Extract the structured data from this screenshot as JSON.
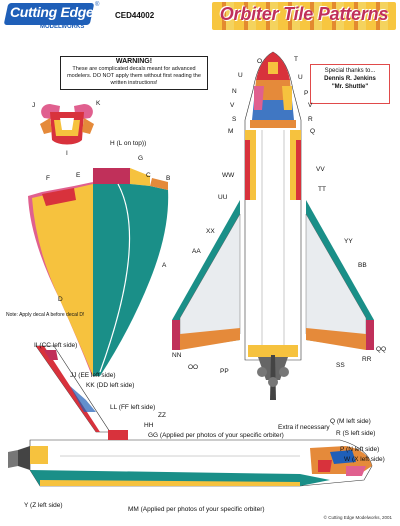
{
  "header": {
    "brand": "Cutting Edge",
    "brand_sub": "MODELWORKS",
    "registered": "®",
    "product_number": "CED44002",
    "title": "Orbiter Tile Patterns"
  },
  "warning": {
    "heading": "WARNING!",
    "text": "These are complicated decals meant for advanced modelers.  DO NOT apply them without first reading the written instructions!"
  },
  "thanks": {
    "line1": "Special thanks to...",
    "line2": "Dennis R. Jenkins",
    "line3": "\"Mr. Shuttle\""
  },
  "note": "Note: Apply decal A before decal D!",
  "copyright": "© Cutting Edge Modelworks, 2001",
  "labels": {
    "J": "J",
    "K": "K",
    "I": "I",
    "H": "H (L on top))",
    "G": "G",
    "F": "F",
    "E": "E",
    "C": "C",
    "B": "B",
    "A": "A",
    "D": "D",
    "O": "O",
    "T": "T",
    "U1": "U",
    "U2": "U",
    "N1": "N",
    "P": "P",
    "V1": "V",
    "V2": "V",
    "S": "S",
    "R": "R",
    "M": "M",
    "Q": "Q",
    "WW": "WW",
    "VV": "VV",
    "UU": "UU",
    "TT": "TT",
    "XX": "XX",
    "AA": "AA",
    "YY": "YY",
    "BB": "BB",
    "NN": "NN",
    "OO": "OO",
    "PP": "PP",
    "SS": "SS",
    "RR": "RR",
    "QQ": "QQ",
    "II": "II (CC left side)",
    "JJ": "JJ (EE left side)",
    "KK": "KK (DD left side)",
    "LL": "LL (FF left side)",
    "ZZ": "ZZ",
    "HH": "HH",
    "GG": "GG (Applied per photos of your specific orbiter)",
    "extra": "Extra if necessary",
    "Qm": "Q (M left side)",
    "Rs": "R (S left side)",
    "Pn": "P (N left side)",
    "Wx": "W (X left side)",
    "Yz": "Y (Z left side)",
    "MM": "MM (Applied per photos of your specific orbiter)"
  },
  "colors": {
    "blue": "#1f5fb8",
    "magenta": "#c0305a",
    "yellow": "#f6c23e",
    "orange": "#e58a3a",
    "teal": "#1a8f88",
    "red": "#d8323c",
    "pink": "#e0608f"
  }
}
